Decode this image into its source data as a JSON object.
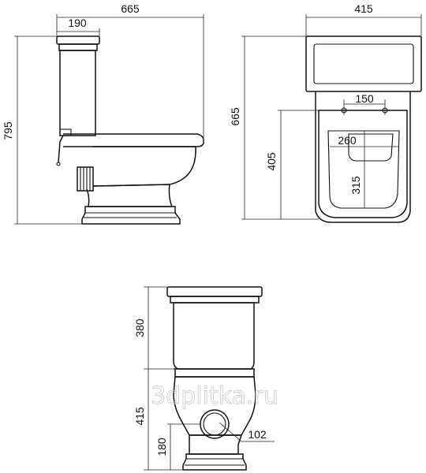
{
  "dimensions": {
    "side_total_depth": "665",
    "side_tank_depth": "190",
    "side_total_height": "795",
    "plan_width": "415",
    "plan_depth": "665",
    "plan_bolt_spacing": "150",
    "plan_outlet_distance": "405",
    "plan_bowl_width": "260",
    "plan_bowl_length": "315",
    "front_tank_height": "380",
    "front_bowl_height": "415",
    "front_outlet_height": "180",
    "front_outlet_diameter": "102"
  },
  "watermark": "3dplitka.ru"
}
